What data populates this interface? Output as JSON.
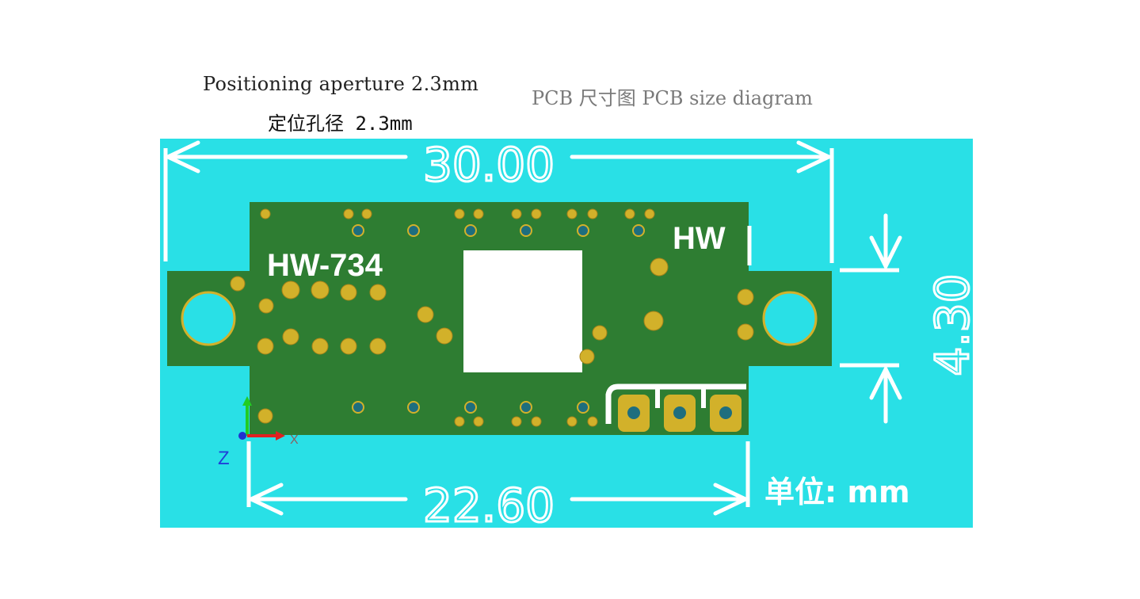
{
  "captions": {
    "aperture_en": "Positioning aperture 2.3mm",
    "aperture_zh": "定位孔径 2.3mm",
    "title": "PCB 尺寸图 PCB size diagram"
  },
  "board": {
    "model": "HW-734",
    "brand": "HW"
  },
  "dimensions": {
    "overall_width": "30.00",
    "body_width": "22.60",
    "height": "4.30",
    "unit_label": "单位: mm"
  },
  "axis": {
    "z_label": "Z",
    "x_label": "X"
  },
  "colors": {
    "background": "#29e0e6",
    "board": "#2e7d32",
    "pad": "#d2b12a",
    "hole": "#1e6e7e",
    "window": "#ffffff",
    "dimension": "#ffffff"
  }
}
